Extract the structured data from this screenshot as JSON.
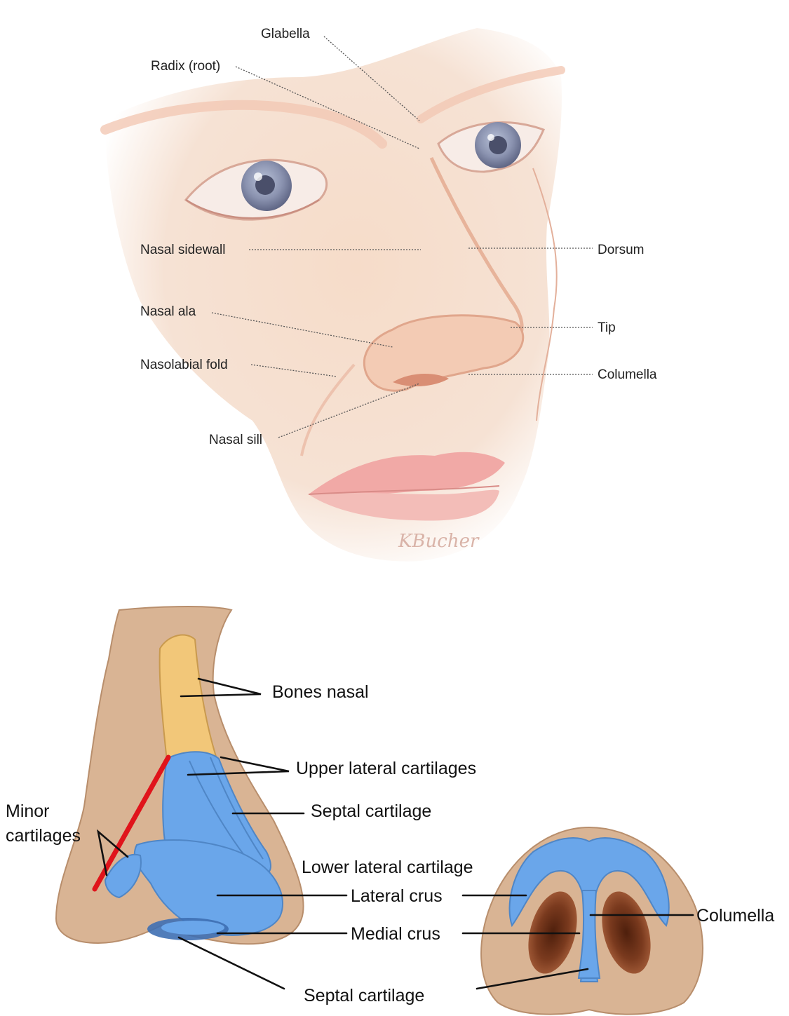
{
  "face_labels": {
    "glabella": "Glabella",
    "radix": "Radix (root)",
    "nasal_sidewall": "Nasal sidewall",
    "dorsum": "Dorsum",
    "nasal_ala": "Nasal ala",
    "tip": "Tip",
    "nasolabial_fold": "Nasolabial fold",
    "columella": "Columella",
    "nasal_sill": "Nasal sill"
  },
  "signature": "KBucher",
  "anatomy_labels": {
    "bones_nasal": "Bones nasal",
    "upper_lateral": "Upper lateral cartilages",
    "septal_cartilage_upper": "Septal cartilage",
    "minor_line1": "Minor",
    "minor_line2": "cartilages",
    "lower_lateral": "Lower lateral cartilage",
    "lateral_crus": "Lateral crus",
    "medial_crus": "Medial crus",
    "septal_cartilage_lower": "Septal cartilage",
    "columella": "Columella"
  },
  "colors": {
    "skin": "#f3d2bd",
    "skin_shadow": "#e9b99e",
    "nose_profile": "#d6b08f",
    "bone": "#f2c779",
    "cartilage": "#6aa6ea",
    "marker_line": "#e0141b",
    "nostril": "#7a3a1e"
  }
}
